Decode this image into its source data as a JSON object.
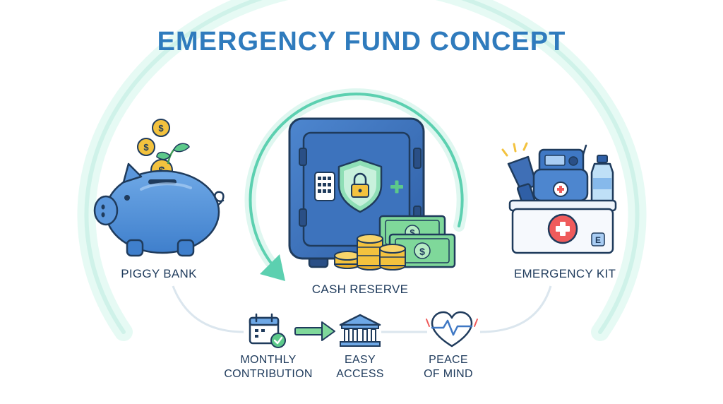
{
  "title": "EMERGENCY FUND CONCEPT",
  "items": {
    "piggy_bank": "PIGGY BANK",
    "cash_reserve": "CASH RESERVE",
    "emergency_kit": "EMERGENCY KIT"
  },
  "steps": {
    "monthly_line1": "MONTHLY",
    "monthly_line2": "CONTRIBUTION",
    "access_line1": "EASY",
    "access_line2": "ACCESS",
    "peace_line1": "PEACE",
    "peace_line2": "OF MIND"
  },
  "icons": [
    "piggy-bank-icon",
    "coin-icon",
    "sprout-icon",
    "safe-icon",
    "shield-lock-icon",
    "keypad-icon",
    "cash-stack-icon",
    "coin-stack-icon",
    "first-aid-kit-icon",
    "flashlight-icon",
    "radio-icon",
    "water-bottle-icon",
    "calendar-check-icon",
    "arrow-right-icon",
    "bank-icon",
    "heart-pulse-icon"
  ],
  "colors": {
    "title": "#2f7bbd",
    "primary_blue": "#3f78c4",
    "dark_navy": "#1f3b5c",
    "accent_green": "#5cc98a",
    "cash_green": "#7fd89a",
    "coin_gold": "#f3c23e",
    "kit_red": "#ef5b5b",
    "glow_mint": "#cdf3ea"
  }
}
